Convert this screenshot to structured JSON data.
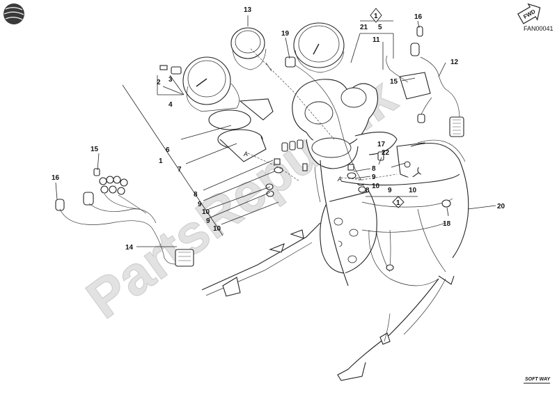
{
  "diagram_code": "FAN00041",
  "fwd_label": "FWD",
  "logo_text": "SOFT WAY",
  "watermark": "PartsRepublik",
  "callouts": {
    "c13": "13",
    "c19": "19",
    "c21": "21",
    "c5": "5",
    "c11": "11",
    "c16a": "16",
    "c12": "12",
    "c15a": "15",
    "c2": "2",
    "c3": "3",
    "c4": "4",
    "c6": "6",
    "c1": "1",
    "c7": "7",
    "c15b": "15",
    "c16b": "16",
    "c8a": "8",
    "c9a": "9",
    "c10a": "10",
    "c9b": "9",
    "c10b": "10",
    "c14": "14",
    "c17": "17",
    "c22": "22",
    "c8b": "8",
    "c9c": "9",
    "c10c": "10",
    "c8c": "8",
    "c9d": "9",
    "c10d": "10",
    "c20": "20",
    "c18": "18",
    "badge1": "1",
    "badge2": "1",
    "ptA1": "A",
    "ptA2": "A"
  }
}
